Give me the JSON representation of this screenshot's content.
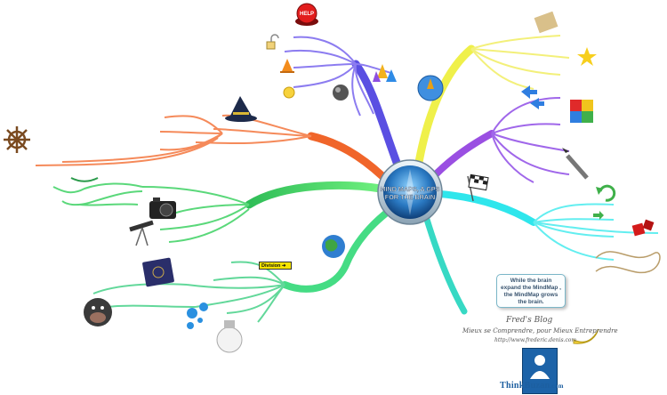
{
  "center": {
    "title": "MIND MAPS, A GPS FOR THE BRAIN"
  },
  "note": {
    "text": "While the brain expand the MindMap , the MindMap grows the brain."
  },
  "blog": {
    "name": "Fred's Blog",
    "tagline": "Mieux se Comprendre, pour Mieux Entreprendre",
    "url": "http://www.frederic.denis.com"
  },
  "badge": {
    "label": "ThinkBuzan",
    "sub": ".com"
  },
  "tags": {
    "division": "Division"
  },
  "icons": [
    "help-button",
    "padlock",
    "traffic-cone",
    "smiley",
    "lab-flasks",
    "gear-ball",
    "wizard-hat",
    "ship-wheel",
    "camera",
    "telescope",
    "passport",
    "gorilla",
    "molecule",
    "light-bulb",
    "globe",
    "map-scroll",
    "star",
    "compass-globe",
    "puzzle-cube",
    "arrows-cycle",
    "pen",
    "race-flag",
    "green-arrow",
    "dice",
    "banana"
  ],
  "colors": {
    "purple": "#5b4fe0",
    "yellow": "#f0ee4a",
    "violet": "#9b4fe0",
    "orange": "#f06a2a",
    "green": "#4ad66a",
    "teal": "#3fd9c9",
    "cyan": "#2ee8ee",
    "center": "#1e6fb0"
  }
}
